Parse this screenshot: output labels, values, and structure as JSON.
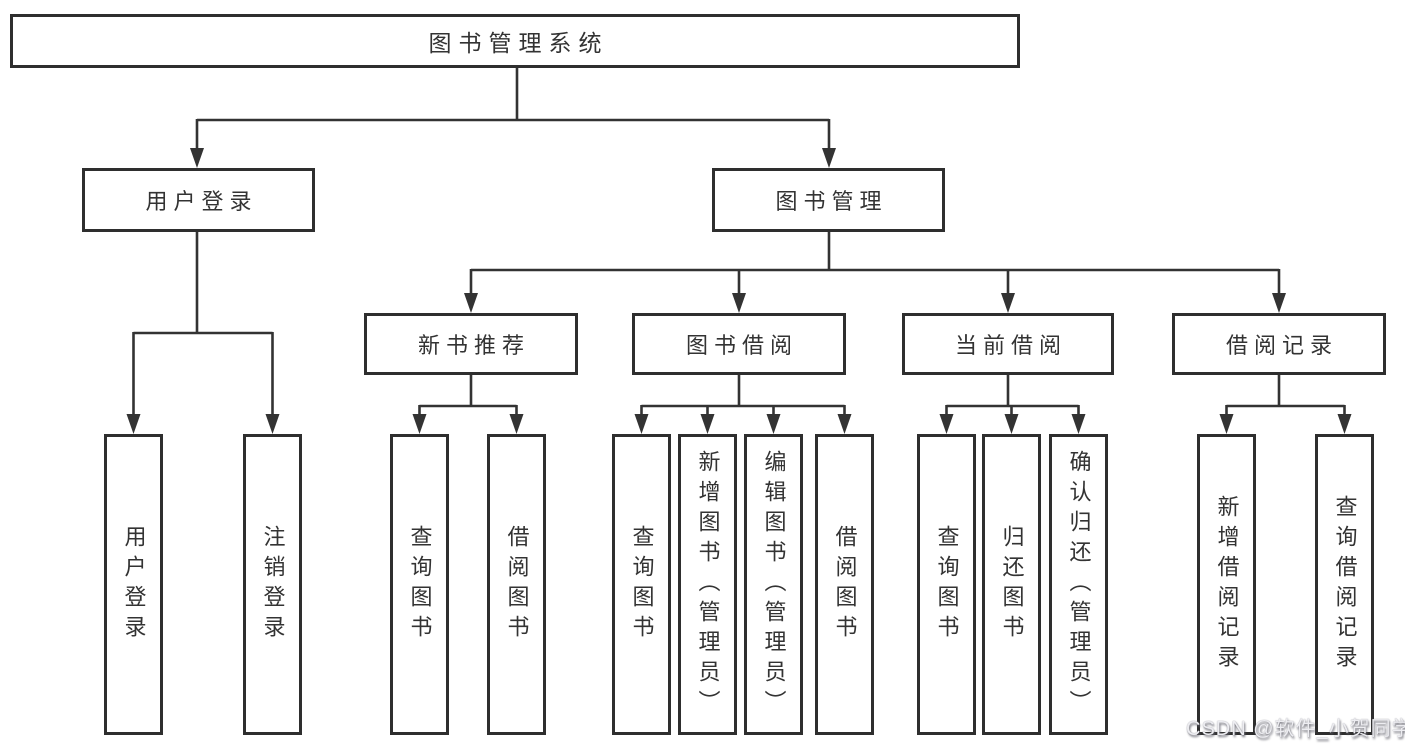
{
  "theme": {
    "line_color": "#333333",
    "border_color": "#2e2e2e",
    "text_color": "#333333",
    "background": "#ffffff",
    "watermark_color": "#ededf1"
  },
  "diagram_type": "hierarchy-tree",
  "tree": {
    "label": "图书管理系统",
    "children": [
      {
        "label": "用户登录",
        "children": [
          {
            "label": "用户登录"
          },
          {
            "label": "注销登录"
          }
        ]
      },
      {
        "label": "图书管理",
        "children": [
          {
            "label": "新书推荐",
            "children": [
              {
                "label": "查询图书"
              },
              {
                "label": "借阅图书"
              }
            ]
          },
          {
            "label": "图书借阅",
            "children": [
              {
                "label": "查询图书"
              },
              {
                "label": "新增图书（管理员）"
              },
              {
                "label": "编辑图书（管理员）"
              },
              {
                "label": "借阅图书"
              }
            ]
          },
          {
            "label": "当前借阅",
            "children": [
              {
                "label": "查询图书"
              },
              {
                "label": "归还图书"
              },
              {
                "label": "确认归还（管理员）"
              }
            ]
          },
          {
            "label": "借阅记录",
            "children": [
              {
                "label": "新增借阅记录"
              },
              {
                "label": "查询借阅记录"
              }
            ]
          }
        ]
      }
    ]
  },
  "watermark": {
    "text": "CSDN @软件_小贺同学"
  }
}
